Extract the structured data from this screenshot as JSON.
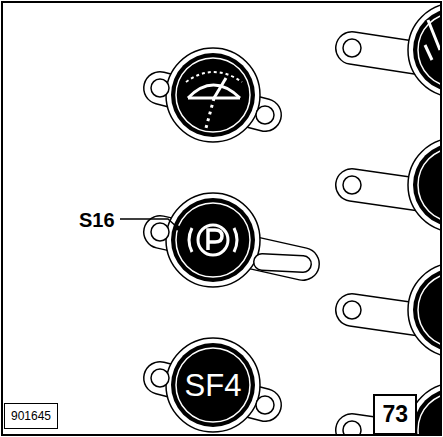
{
  "diagram": {
    "nodes": [
      {
        "text": [
          "SF4"
        ]
      },
      {
        "text": [
          "901645"
        ]
      },
      {
        "text": [
          "73"
        ]
      }
    ],
    "labels": [
      "S16"
    ]
  }
}
